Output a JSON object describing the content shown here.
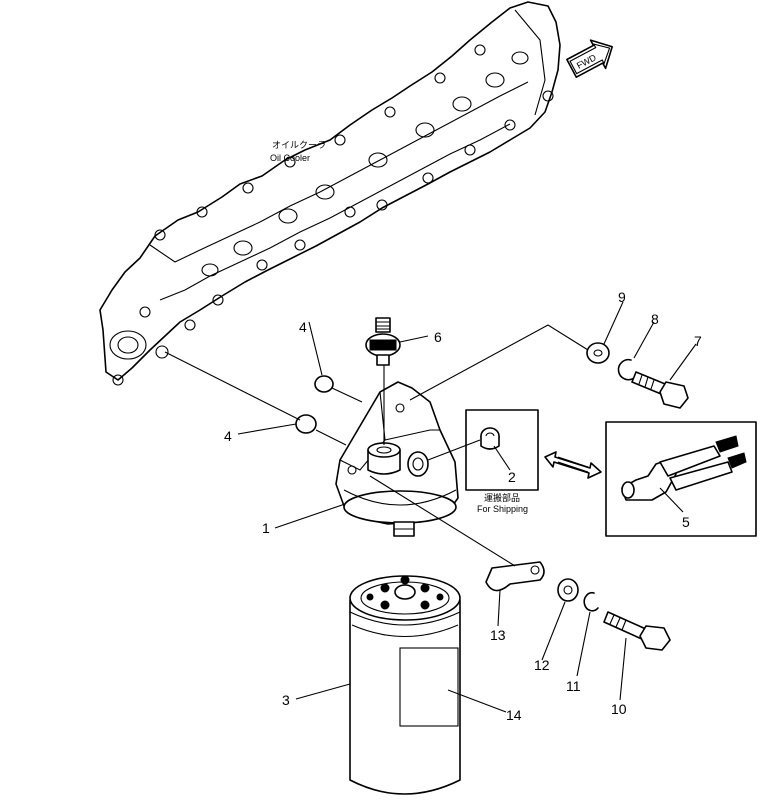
{
  "labels": {
    "oil_cooler_jp": "オイルクーラ",
    "oil_cooler_en": "Oil Cooler",
    "shipping_jp": "運搬部品",
    "shipping_en": "For Shipping",
    "fwd": "FWD"
  },
  "callouts": [
    {
      "id": "1",
      "text": "1"
    },
    {
      "id": "2",
      "text": "2"
    },
    {
      "id": "3",
      "text": "3"
    },
    {
      "id": "4a",
      "text": "4"
    },
    {
      "id": "4b",
      "text": "4"
    },
    {
      "id": "5",
      "text": "5"
    },
    {
      "id": "6",
      "text": "6"
    },
    {
      "id": "7",
      "text": "7"
    },
    {
      "id": "8",
      "text": "8"
    },
    {
      "id": "9",
      "text": "9"
    },
    {
      "id": "10",
      "text": "10"
    },
    {
      "id": "11",
      "text": "11"
    },
    {
      "id": "12",
      "text": "12"
    },
    {
      "id": "13",
      "text": "13"
    },
    {
      "id": "14",
      "text": "14"
    }
  ]
}
